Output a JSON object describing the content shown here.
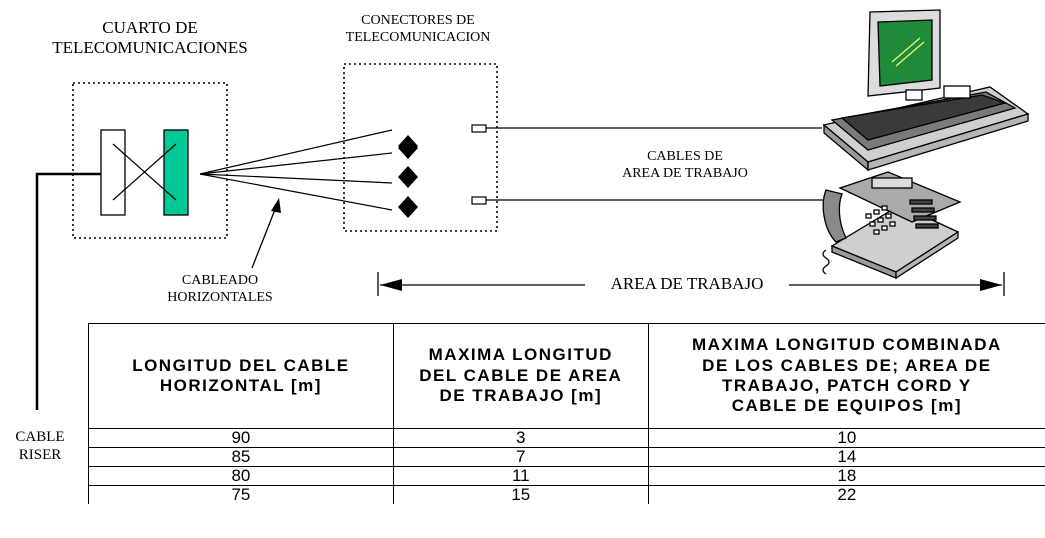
{
  "labels": {
    "cuarto": "CUARTO DE\nTELECOMUNICACIONES",
    "conectores": "CONECTORES DE\nTELECOMUNICACION",
    "cables_area": "CABLES DE\nAREA DE TRABAJO",
    "cableado": "CABLEADO\nHORIZONTALES",
    "area_trabajo": "AREA DE TRABAJO",
    "cable_riser": "CABLE\nRISER"
  },
  "colors": {
    "patch_panel_fill": "#00c896",
    "line": "#000000",
    "laptop_screen": "#1f8a3a"
  },
  "icons": [
    "laptop-icon",
    "telephone-icon",
    "connector-diamond-icon",
    "outlet-jack-icon"
  ],
  "table": {
    "headers": [
      "LONGITUD DEL CABLE\nHORIZONTAL [m]",
      "MAXIMA LONGITUD\nDEL CABLE DE AREA\nDE TRABAJO [m]",
      "MAXIMA LONGITUD COMBINADA\nDE LOS CABLES DE; AREA DE\nTRABAJO, PATCH CORD Y\nCABLE DE EQUIPOS [m]"
    ],
    "rows": [
      [
        "90",
        "3",
        "10"
      ],
      [
        "85",
        "7",
        "14"
      ],
      [
        "80",
        "11",
        "18"
      ],
      [
        "75",
        "15",
        "22"
      ]
    ]
  }
}
